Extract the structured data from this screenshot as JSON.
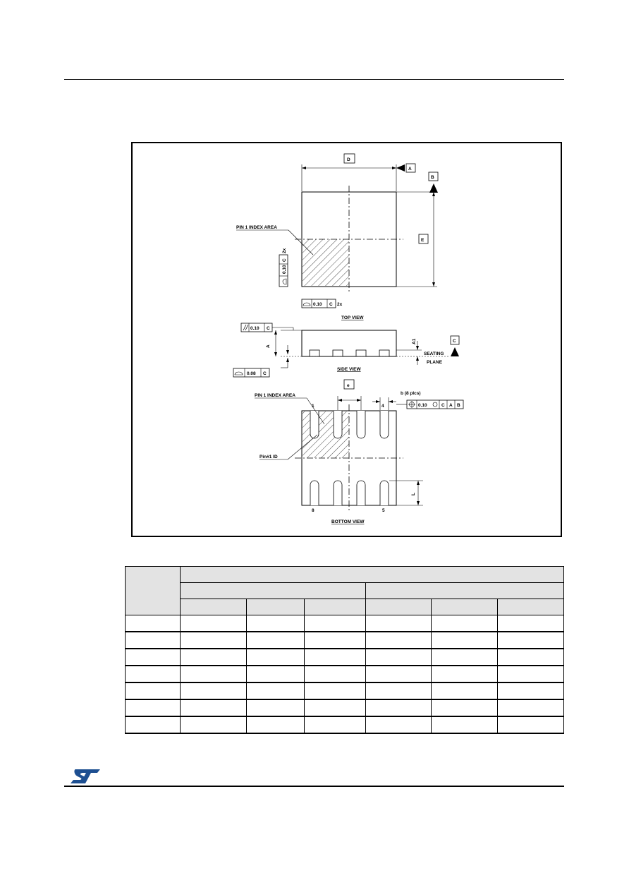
{
  "colors": {
    "rule": "#000000",
    "table_header": "#e3e3e3",
    "logo": "#1d4f91"
  },
  "logo": {
    "icon": "st-logo-icon"
  },
  "drawing": {
    "views": {
      "top": "TOP VIEW",
      "side": "SIDE VIEW",
      "bottom": "BOTTOM VIEW"
    },
    "pin1_index_area": "PIN 1 INDEX AREA",
    "pin1_id": "Pin#1 ID",
    "seating_plane_line1": "SEATING",
    "seating_plane_line2": "PLANE",
    "dims": {
      "D": "D",
      "E": "E",
      "A": "A",
      "A1": "A1",
      "e": "e",
      "L": "L",
      "b": "b (8 plcs)"
    },
    "datums": {
      "A": "A",
      "B": "B",
      "C": "C"
    },
    "tolerances": {
      "flatness_010": "0.10",
      "parallel_010": "0.10",
      "coplanar_008": "0.08",
      "position_010": "0.10",
      "count_2x": "2x"
    },
    "pins": {
      "p1": "1",
      "p4": "4",
      "p5": "5",
      "p8": "8"
    }
  },
  "table": {
    "columns": 7,
    "body_rows": 7
  }
}
